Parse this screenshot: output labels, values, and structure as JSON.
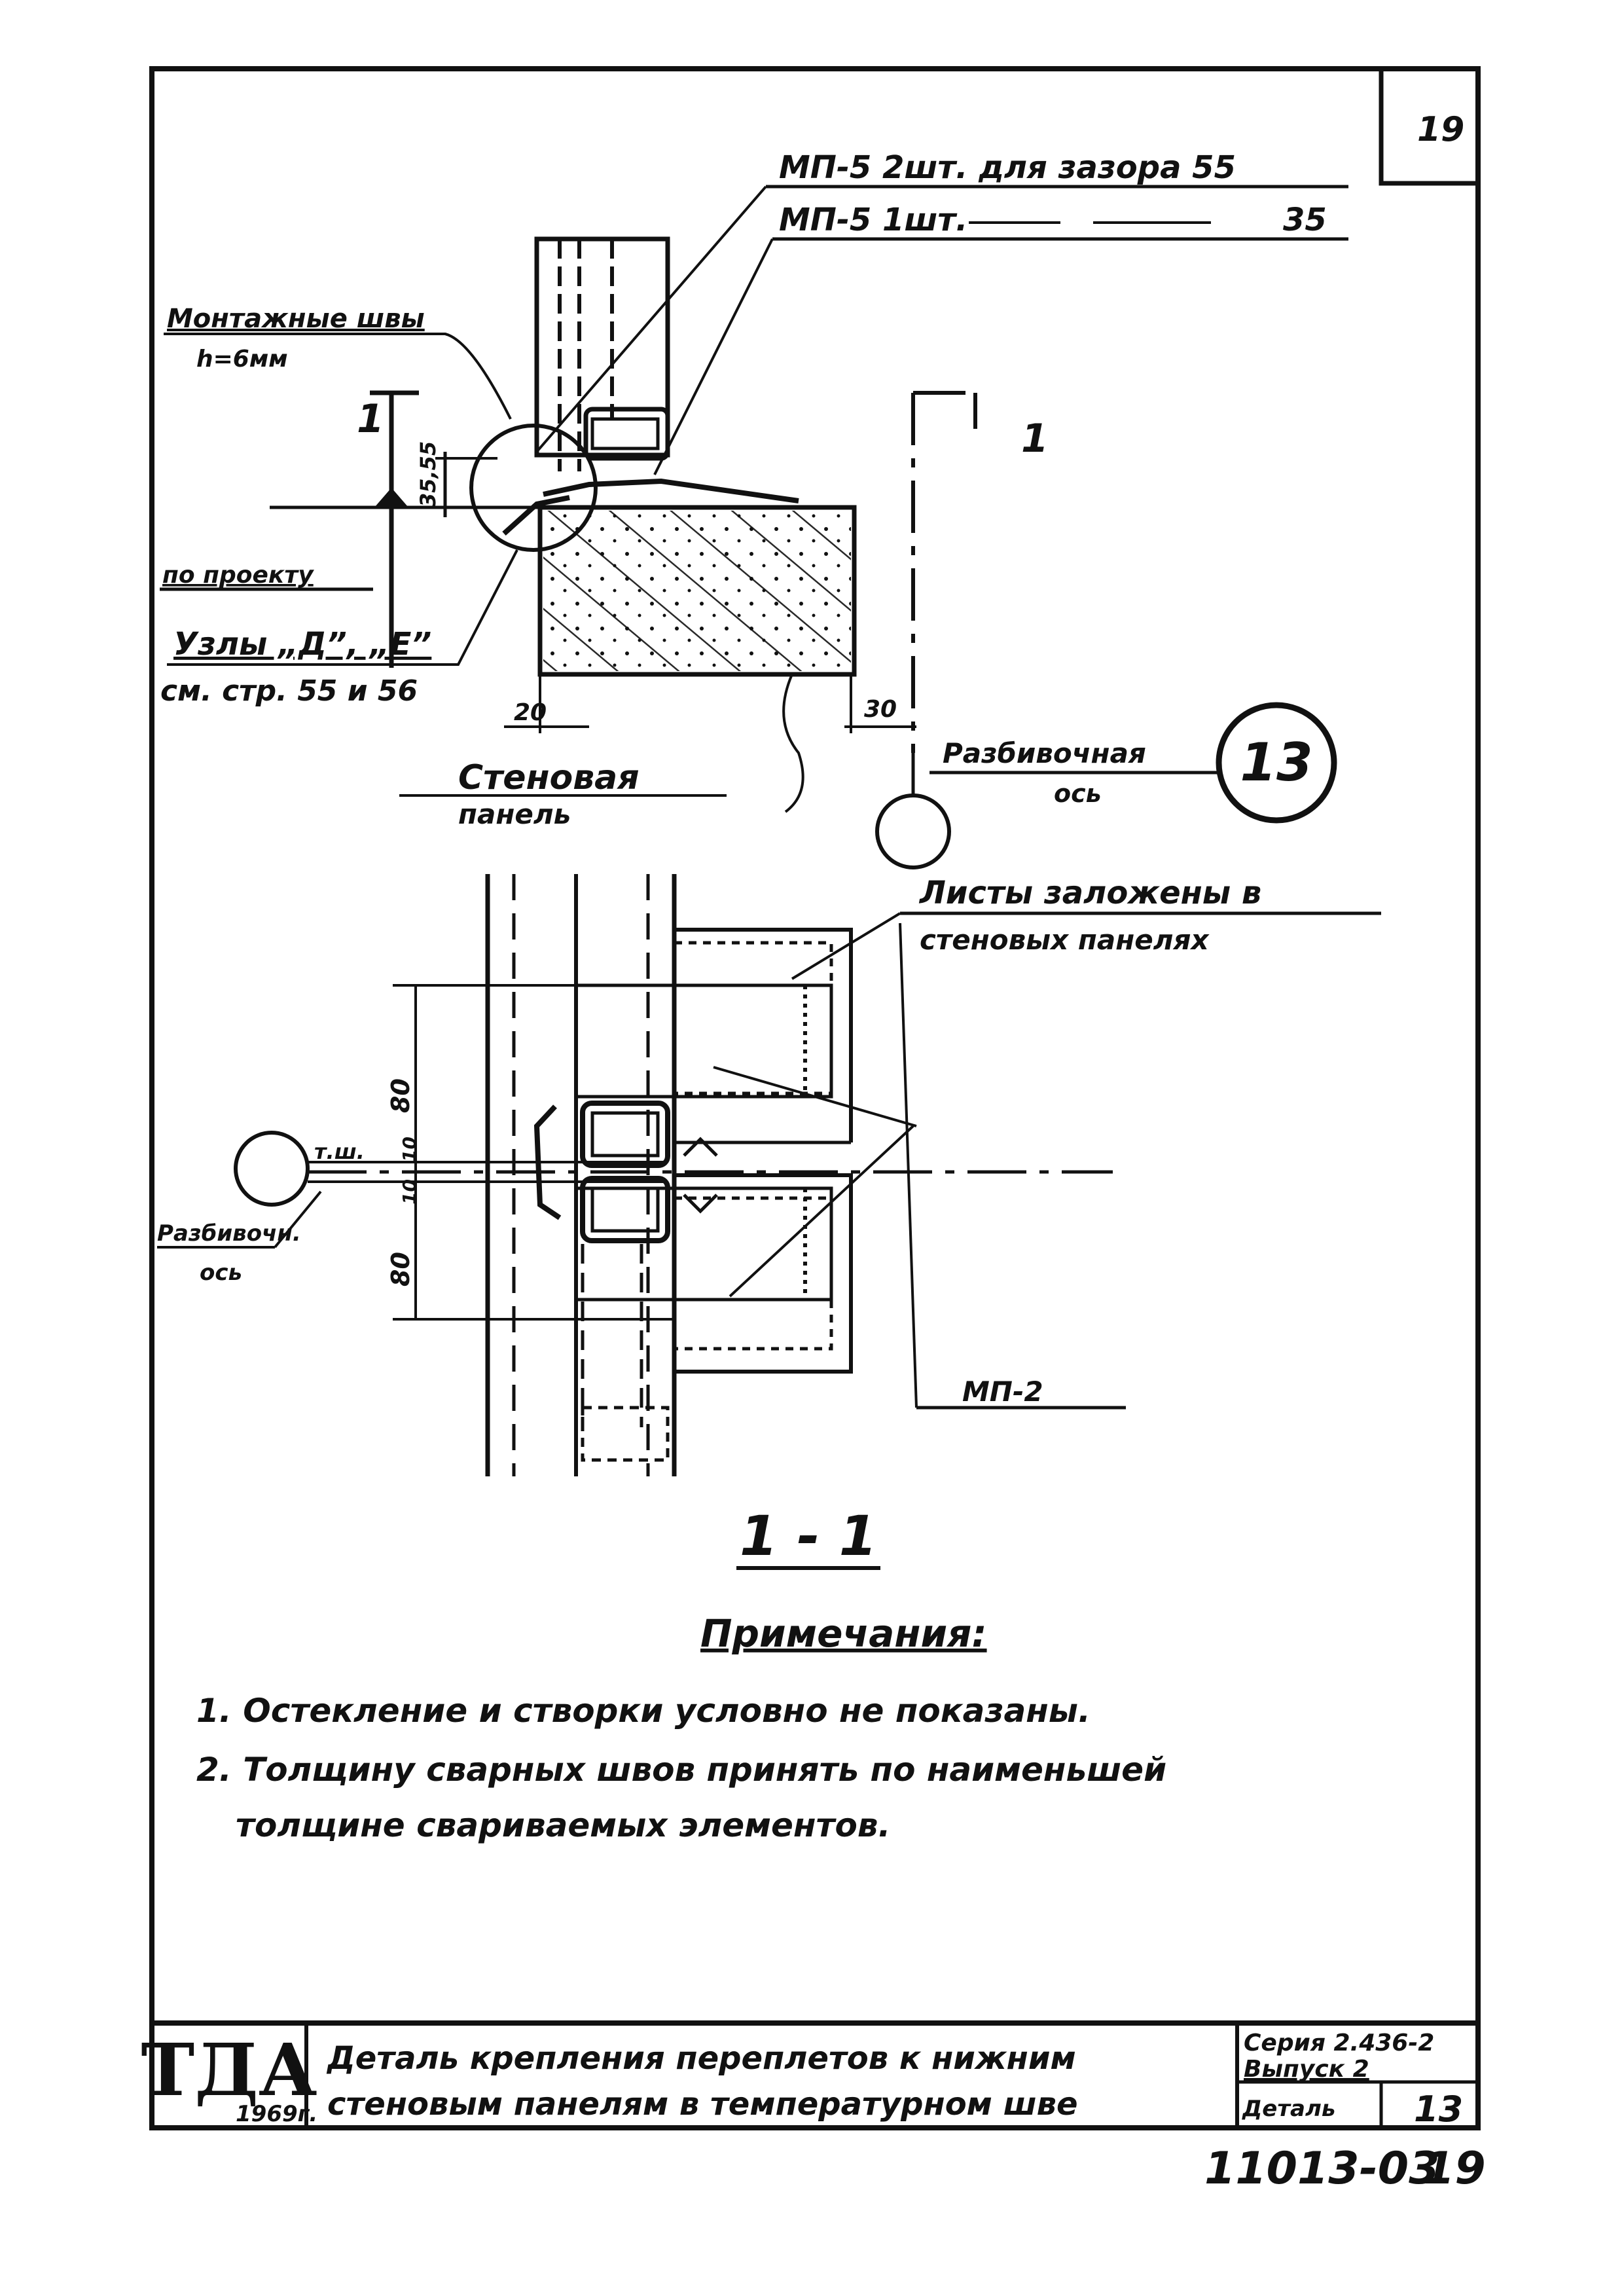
{
  "sheet": {
    "page_no": "19",
    "bottom_code": "11013-03"
  },
  "callouts": {
    "mp5_two": "МП-5 2шт. для зазора 55",
    "mp5_one_label": "МП-5 1шт.",
    "mp5_one_value": "35",
    "mounting_welds": "Монтажные швы",
    "weld_height": "h=6мм",
    "section_mark": "1",
    "dim_35_55": "35,55",
    "by_project": "по проекту",
    "nodes": "Узлы „Д”, „Е”",
    "see_pages": "см. стр. 55 и 56",
    "dim_20": "20",
    "dim_30": "30",
    "axis_label": "Разбивочная",
    "axis_word": "ось",
    "axis_number": "13",
    "wall_panel_1": "Стеновая",
    "wall_panel_2": "панель",
    "sheets_1": "Листы заложены в",
    "sheets_2": "стеновых панелях",
    "dim_80_top": "80",
    "dim_10": "10",
    "dim_10b": "10",
    "dim_80_bottom": "80",
    "temp_joint": "т.ш.",
    "axis_short": "Разбивочн.",
    "axis_word_2": "ось",
    "mp2": "МП-2"
  },
  "section": {
    "title": "1 - 1"
  },
  "notes": {
    "heading": "Примечания:",
    "note1": "1. Остекление и створки условно не показаны.",
    "note2a": "2. Толщину сварных швов принять по наименьшей",
    "note2b": "толщине свариваемых элементов."
  },
  "title_block": {
    "logo": "ТДА",
    "year": "1969г.",
    "title_line1": "Деталь крепления переплетов к нижним",
    "title_line2": "стеновым панелям в температурном шве",
    "series": "Серия 2.436-2",
    "issue": "Выпуск 2",
    "detail_label": "Деталь",
    "detail_no": "13"
  }
}
